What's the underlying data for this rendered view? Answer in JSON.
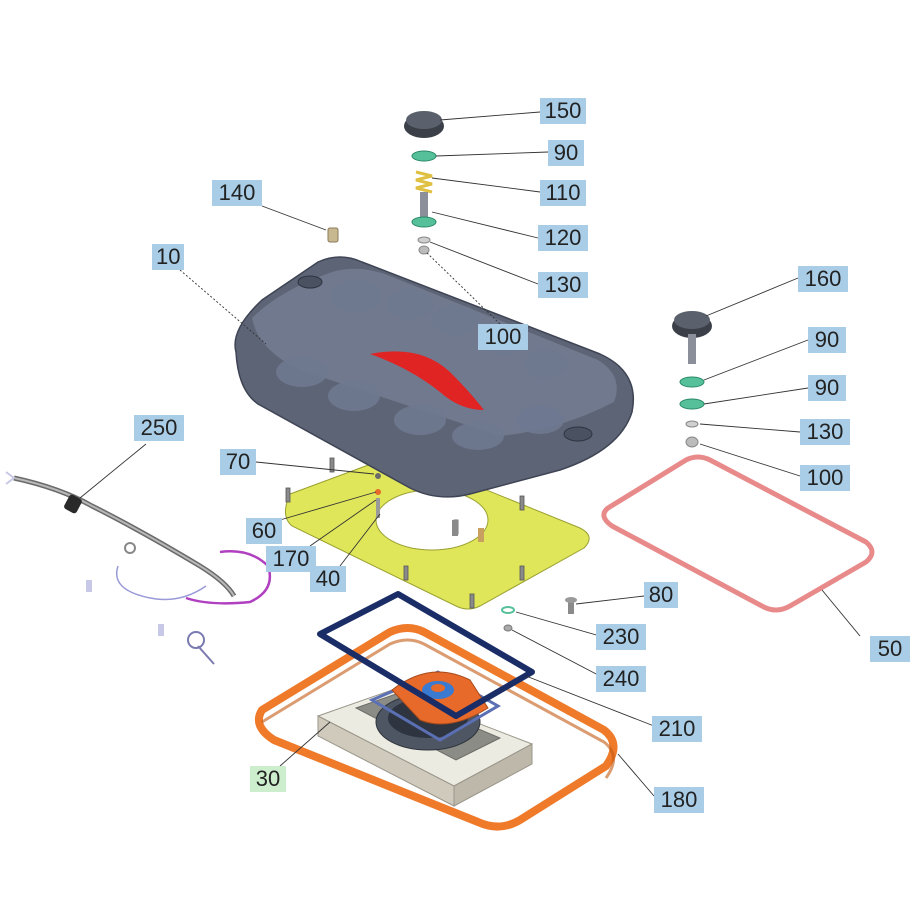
{
  "colors": {
    "label_bg": "#a9cde6",
    "label_active_bg": "#cdeecd",
    "label_text": "#222222",
    "leader": "#333333",
    "housing": "#5d6475",
    "housing_light": "#808aa0",
    "seal_red": "#e02424",
    "plate": "#e0e65a",
    "gasket_pink": "#e88a8a",
    "gasket_orange": "#ee7a2a",
    "gasket_navy": "#1a2d66",
    "washer_green": "#55c09a",
    "spring": "#e0c040",
    "base": "#ddd8c8",
    "fan_orange": "#e86a2a"
  },
  "parts": [
    {
      "id": "150",
      "state": "normal"
    },
    {
      "id": "90",
      "state": "normal"
    },
    {
      "id": "110",
      "state": "normal"
    },
    {
      "id": "140",
      "state": "normal"
    },
    {
      "id": "120",
      "state": "normal"
    },
    {
      "id": "10",
      "state": "normal"
    },
    {
      "id": "130",
      "state": "normal"
    },
    {
      "id": "160",
      "state": "normal"
    },
    {
      "id": "100",
      "state": "normal"
    },
    {
      "id": "90",
      "state": "normal"
    },
    {
      "id": "250",
      "state": "normal"
    },
    {
      "id": "90",
      "state": "normal"
    },
    {
      "id": "130",
      "state": "normal"
    },
    {
      "id": "70",
      "state": "normal"
    },
    {
      "id": "100",
      "state": "normal"
    },
    {
      "id": "60",
      "state": "normal"
    },
    {
      "id": "170",
      "state": "normal"
    },
    {
      "id": "40",
      "state": "normal"
    },
    {
      "id": "80",
      "state": "normal"
    },
    {
      "id": "230",
      "state": "normal"
    },
    {
      "id": "50",
      "state": "normal"
    },
    {
      "id": "240",
      "state": "normal"
    },
    {
      "id": "210",
      "state": "normal"
    },
    {
      "id": "30",
      "state": "active"
    },
    {
      "id": "180",
      "state": "normal"
    }
  ]
}
